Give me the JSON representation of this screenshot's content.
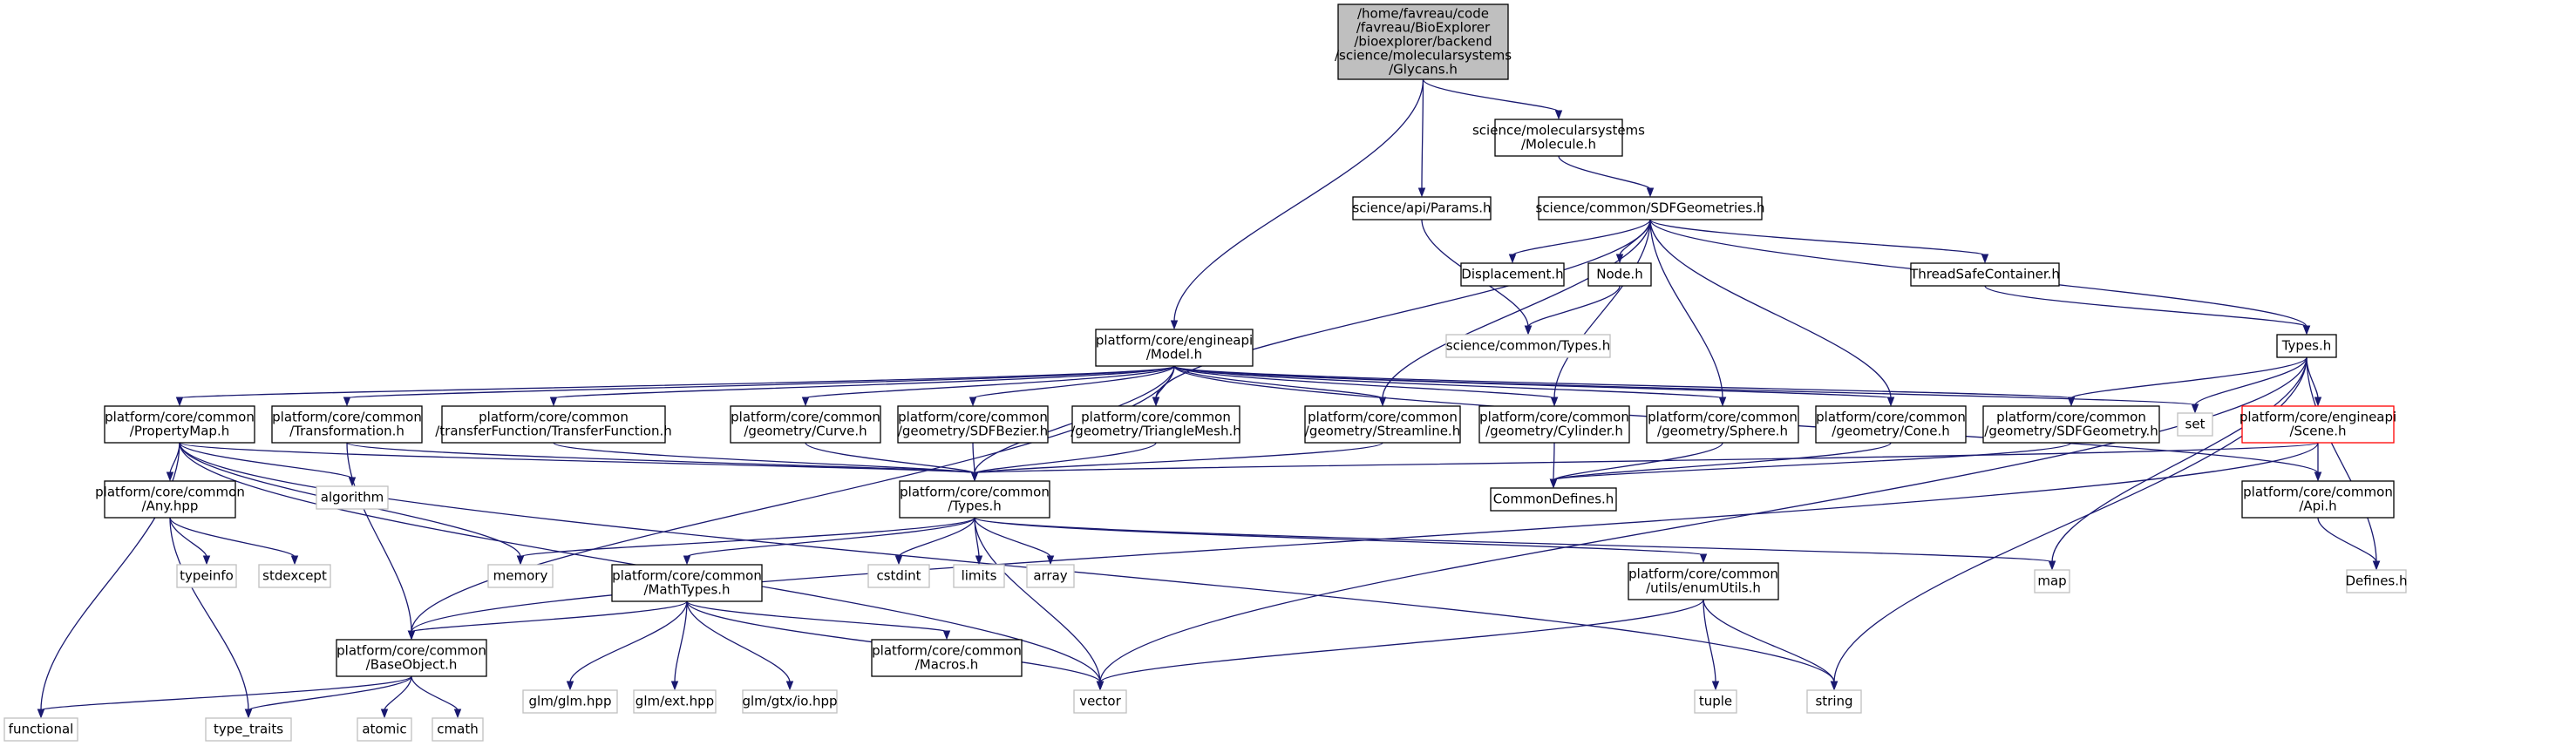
{
  "diagram": {
    "nodes": [
      {
        "id": "glycans",
        "lines": [
          "/home/favreau/code",
          "/favreau/BioExplorer",
          "/bioexplorer/backend",
          "/science/molecularsystems",
          "/Glycans.h"
        ],
        "kind": "root"
      },
      {
        "id": "molecule",
        "lines": [
          "science/molecularsystems",
          "/Molecule.h"
        ],
        "kind": "hdr"
      },
      {
        "id": "params",
        "lines": [
          "science/api/Params.h"
        ],
        "kind": "hdr"
      },
      {
        "id": "sdfgeometries",
        "lines": [
          "science/common/SDFGeometries.h"
        ],
        "kind": "hdr"
      },
      {
        "id": "displacement",
        "lines": [
          "Displacement.h"
        ],
        "kind": "hdr"
      },
      {
        "id": "node",
        "lines": [
          "Node.h"
        ],
        "kind": "hdr"
      },
      {
        "id": "threadsafe",
        "lines": [
          "ThreadSafeContainer.h"
        ],
        "kind": "hdr"
      },
      {
        "id": "scitypes",
        "lines": [
          "science/common/Types.h"
        ],
        "kind": "std"
      },
      {
        "id": "model",
        "lines": [
          "platform/core/engineapi",
          "/Model.h"
        ],
        "kind": "hdr"
      },
      {
        "id": "typesh",
        "lines": [
          "Types.h"
        ],
        "kind": "hdr"
      },
      {
        "id": "propertymap",
        "lines": [
          "platform/core/common",
          "/PropertyMap.h"
        ],
        "kind": "hdr"
      },
      {
        "id": "transformation",
        "lines": [
          "platform/core/common",
          "/Transformation.h"
        ],
        "kind": "hdr"
      },
      {
        "id": "transferfn",
        "lines": [
          "platform/core/common",
          "/transferFunction/TransferFunction.h"
        ],
        "kind": "hdr"
      },
      {
        "id": "curve",
        "lines": [
          "platform/core/common",
          "/geometry/Curve.h"
        ],
        "kind": "hdr"
      },
      {
        "id": "sdfbezier",
        "lines": [
          "platform/core/common",
          "/geometry/SDFBezier.h"
        ],
        "kind": "hdr"
      },
      {
        "id": "trianglemesh",
        "lines": [
          "platform/core/common",
          "/geometry/TriangleMesh.h"
        ],
        "kind": "hdr"
      },
      {
        "id": "streamline",
        "lines": [
          "platform/core/common",
          "/geometry/Streamline.h"
        ],
        "kind": "hdr"
      },
      {
        "id": "cylinder",
        "lines": [
          "platform/core/common",
          "/geometry/Cylinder.h"
        ],
        "kind": "hdr"
      },
      {
        "id": "sphere",
        "lines": [
          "platform/core/common",
          "/geometry/Sphere.h"
        ],
        "kind": "hdr"
      },
      {
        "id": "cone",
        "lines": [
          "platform/core/common",
          "/geometry/Cone.h"
        ],
        "kind": "hdr"
      },
      {
        "id": "sdfgeometry",
        "lines": [
          "platform/core/common",
          "/geometry/SDFGeometry.h"
        ],
        "kind": "hdr"
      },
      {
        "id": "set",
        "lines": [
          "set"
        ],
        "kind": "std"
      },
      {
        "id": "scene",
        "lines": [
          "platform/core/engineapi",
          "/Scene.h"
        ],
        "kind": "red"
      },
      {
        "id": "algorithm",
        "lines": [
          "algorithm"
        ],
        "kind": "std"
      },
      {
        "id": "anyhpp",
        "lines": [
          "platform/core/common",
          "/Any.hpp"
        ],
        "kind": "hdr"
      },
      {
        "id": "commontypes",
        "lines": [
          "platform/core/common",
          "/Types.h"
        ],
        "kind": "hdr"
      },
      {
        "id": "commondefines",
        "lines": [
          "CommonDefines.h"
        ],
        "kind": "hdr"
      },
      {
        "id": "api",
        "lines": [
          "platform/core/common",
          "/Api.h"
        ],
        "kind": "hdr"
      },
      {
        "id": "typeinfo",
        "lines": [
          "typeinfo"
        ],
        "kind": "std"
      },
      {
        "id": "stdexcept",
        "lines": [
          "stdexcept"
        ],
        "kind": "std"
      },
      {
        "id": "memory",
        "lines": [
          "memory"
        ],
        "kind": "std"
      },
      {
        "id": "mathtypes",
        "lines": [
          "platform/core/common",
          "/MathTypes.h"
        ],
        "kind": "hdr"
      },
      {
        "id": "cstdint",
        "lines": [
          "cstdint"
        ],
        "kind": "std"
      },
      {
        "id": "limits",
        "lines": [
          "limits"
        ],
        "kind": "std"
      },
      {
        "id": "array",
        "lines": [
          "array"
        ],
        "kind": "std"
      },
      {
        "id": "enumutils",
        "lines": [
          "platform/core/common",
          "/utils/enumUtils.h"
        ],
        "kind": "hdr"
      },
      {
        "id": "map",
        "lines": [
          "map"
        ],
        "kind": "std"
      },
      {
        "id": "defines",
        "lines": [
          "Defines.h"
        ],
        "kind": "std"
      },
      {
        "id": "baseobject",
        "lines": [
          "platform/core/common",
          "/BaseObject.h"
        ],
        "kind": "hdr"
      },
      {
        "id": "glmglm",
        "lines": [
          "glm/glm.hpp"
        ],
        "kind": "std"
      },
      {
        "id": "glmext",
        "lines": [
          "glm/ext.hpp"
        ],
        "kind": "std"
      },
      {
        "id": "glmgtx",
        "lines": [
          "glm/gtx/io.hpp"
        ],
        "kind": "std"
      },
      {
        "id": "macros",
        "lines": [
          "platform/core/common",
          "/Macros.h"
        ],
        "kind": "hdr"
      },
      {
        "id": "vector",
        "lines": [
          "vector"
        ],
        "kind": "std"
      },
      {
        "id": "tuple",
        "lines": [
          "tuple"
        ],
        "kind": "std"
      },
      {
        "id": "string",
        "lines": [
          "string"
        ],
        "kind": "std"
      },
      {
        "id": "functional",
        "lines": [
          "functional"
        ],
        "kind": "std"
      },
      {
        "id": "typetraits",
        "lines": [
          "type_traits"
        ],
        "kind": "std"
      },
      {
        "id": "atomic",
        "lines": [
          "atomic"
        ],
        "kind": "std"
      },
      {
        "id": "cmath",
        "lines": [
          "cmath"
        ],
        "kind": "std"
      }
    ],
    "edges": [
      [
        "glycans",
        "molecule"
      ],
      [
        "glycans",
        "params"
      ],
      [
        "glycans",
        "model"
      ],
      [
        "molecule",
        "sdfgeometries"
      ],
      [
        "params",
        "scitypes"
      ],
      [
        "sdfgeometries",
        "displacement"
      ],
      [
        "sdfgeometries",
        "node"
      ],
      [
        "sdfgeometries",
        "threadsafe"
      ],
      [
        "sdfgeometries",
        "typesh"
      ],
      [
        "sdfgeometries",
        "trianglemesh"
      ],
      [
        "sdfgeometries",
        "streamline"
      ],
      [
        "sdfgeometries",
        "cylinder"
      ],
      [
        "sdfgeometries",
        "sphere"
      ],
      [
        "sdfgeometries",
        "cone"
      ],
      [
        "node",
        "scitypes"
      ],
      [
        "threadsafe",
        "typesh"
      ],
      [
        "model",
        "propertymap"
      ],
      [
        "model",
        "transformation"
      ],
      [
        "model",
        "transferfn"
      ],
      [
        "model",
        "curve"
      ],
      [
        "model",
        "sdfbezier"
      ],
      [
        "model",
        "trianglemesh"
      ],
      [
        "model",
        "streamline"
      ],
      [
        "model",
        "cylinder"
      ],
      [
        "model",
        "sphere"
      ],
      [
        "model",
        "cone"
      ],
      [
        "model",
        "sdfgeometry"
      ],
      [
        "model",
        "set"
      ],
      [
        "model",
        "api"
      ],
      [
        "model",
        "commontypes"
      ],
      [
        "model",
        "baseobject"
      ],
      [
        "typesh",
        "set"
      ],
      [
        "typesh",
        "scene"
      ],
      [
        "typesh",
        "sdfgeometry"
      ],
      [
        "typesh",
        "map"
      ],
      [
        "typesh",
        "defines"
      ],
      [
        "typesh",
        "vector"
      ],
      [
        "typesh",
        "string"
      ],
      [
        "propertymap",
        "algorithm"
      ],
      [
        "propertymap",
        "anyhpp"
      ],
      [
        "propertymap",
        "memory"
      ],
      [
        "propertymap",
        "commontypes"
      ],
      [
        "propertymap",
        "functional"
      ],
      [
        "propertymap",
        "vector"
      ],
      [
        "propertymap",
        "string"
      ],
      [
        "transformation",
        "commontypes"
      ],
      [
        "transformation",
        "baseobject"
      ],
      [
        "transferfn",
        "commontypes"
      ],
      [
        "curve",
        "commontypes"
      ],
      [
        "sdfbezier",
        "commontypes"
      ],
      [
        "trianglemesh",
        "commontypes"
      ],
      [
        "streamline",
        "commontypes"
      ],
      [
        "cylinder",
        "commondefines"
      ],
      [
        "sphere",
        "commondefines"
      ],
      [
        "cone",
        "commondefines"
      ],
      [
        "sdfgeometry",
        "commondefines"
      ],
      [
        "scene",
        "commontypes"
      ],
      [
        "scene",
        "api"
      ],
      [
        "scene",
        "baseobject"
      ],
      [
        "anyhpp",
        "typeinfo"
      ],
      [
        "anyhpp",
        "stdexcept"
      ],
      [
        "anyhpp",
        "typetraits"
      ],
      [
        "commontypes",
        "memory"
      ],
      [
        "commontypes",
        "mathtypes"
      ],
      [
        "commontypes",
        "cstdint"
      ],
      [
        "commontypes",
        "limits"
      ],
      [
        "commontypes",
        "array"
      ],
      [
        "commontypes",
        "enumutils"
      ],
      [
        "commontypes",
        "map"
      ],
      [
        "commontypes",
        "vector"
      ],
      [
        "api",
        "defines"
      ],
      [
        "mathtypes",
        "baseobject"
      ],
      [
        "mathtypes",
        "glmglm"
      ],
      [
        "mathtypes",
        "glmext"
      ],
      [
        "mathtypes",
        "glmgtx"
      ],
      [
        "mathtypes",
        "macros"
      ],
      [
        "mathtypes",
        "vector"
      ],
      [
        "enumutils",
        "vector"
      ],
      [
        "enumutils",
        "tuple"
      ],
      [
        "enumutils",
        "string"
      ],
      [
        "baseobject",
        "functional"
      ],
      [
        "baseobject",
        "typetraits"
      ],
      [
        "baseobject",
        "atomic"
      ],
      [
        "baseobject",
        "cmath"
      ]
    ]
  }
}
